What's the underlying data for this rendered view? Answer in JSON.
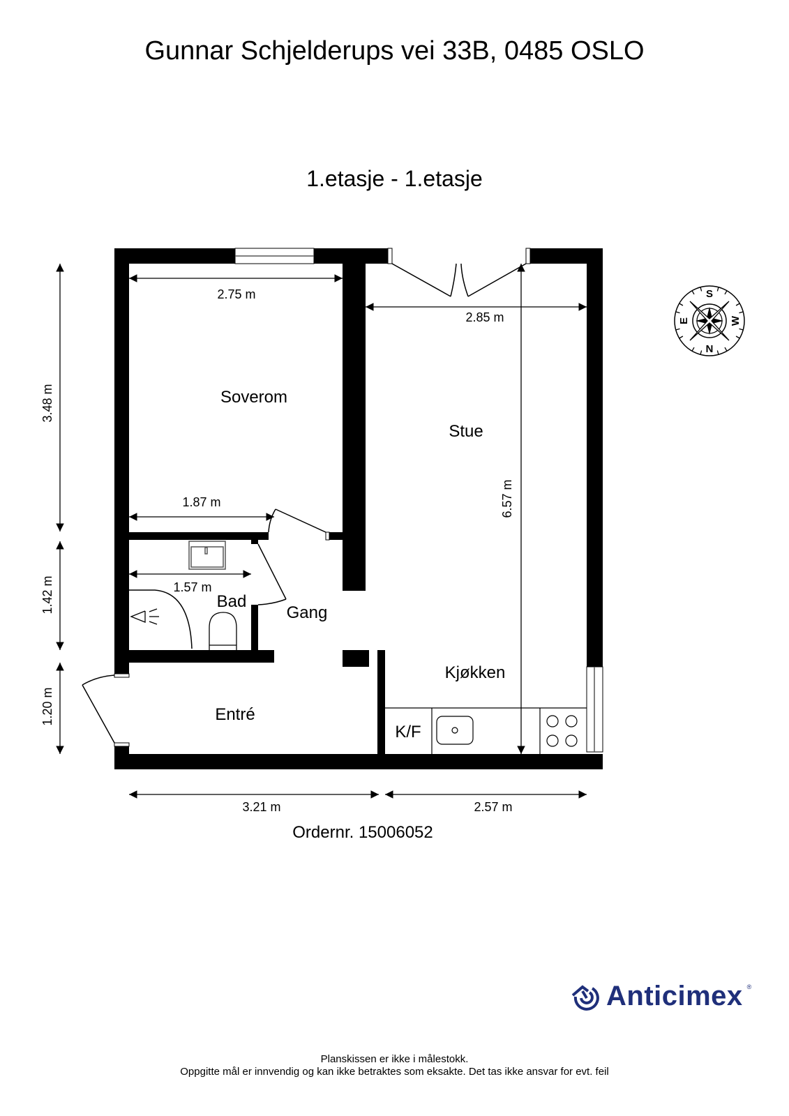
{
  "header": {
    "address": "Gunnar Schjelderups vei 33B, 0485 OSLO",
    "floor": "1.etasje  - 1.etasje"
  },
  "rooms": {
    "soverom": "Soverom",
    "stue": "Stue",
    "bad": "Bad",
    "gang": "Gang",
    "entre": "Entré",
    "kjokken": "Kjøkken",
    "kf": "K/F"
  },
  "dimensions": {
    "soverom_width": "2.75 m",
    "stue_width": "2.85 m",
    "soverom_inner_width": "1.87 m",
    "bad_width": "1.57 m",
    "stue_length": "6.57 m",
    "left_top": "3.48 m",
    "left_middle": "1.42 m",
    "left_bottom": "1.20 m",
    "bottom_left": "3.21 m",
    "bottom_right": "2.57 m"
  },
  "compass": {
    "north": "N",
    "south": "S",
    "east": "E",
    "west": "W",
    "icon": "compass-rose-icon"
  },
  "order": "Ordernr. 15006052",
  "brand": {
    "name": "Anticimex",
    "registered": "®",
    "color": "#1f2f7a"
  },
  "footer": {
    "line1": "Planskissen er ikke i målestokk.",
    "line2": "Oppgitte mål er innvendig og kan ikke betraktes som eksakte. Det tas ikke ansvar for evt. feil"
  }
}
